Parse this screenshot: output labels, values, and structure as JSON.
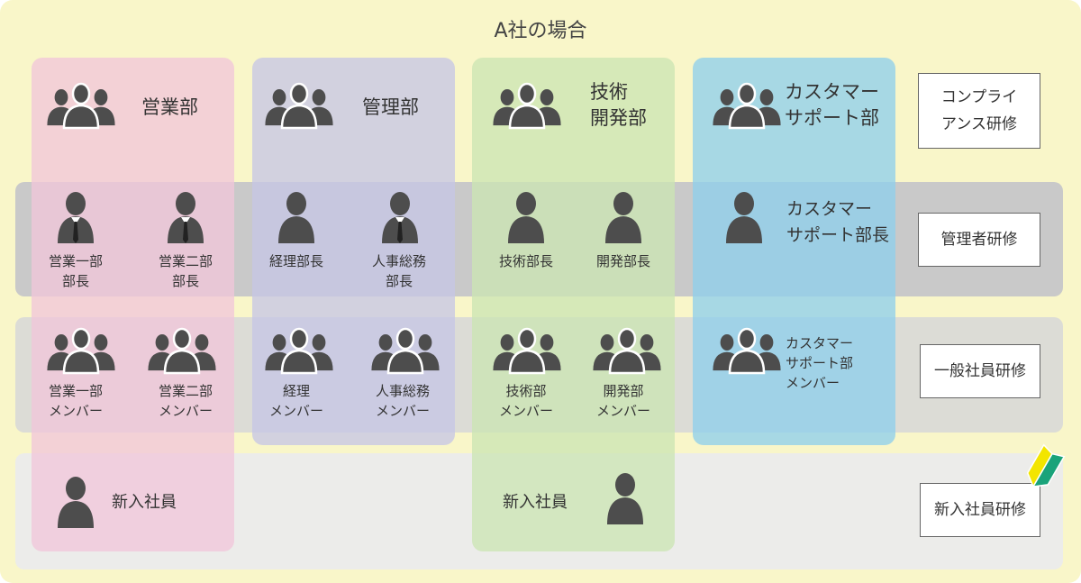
{
  "title": "A社の場合",
  "colors": {
    "background": "#f9f6c9",
    "band_manager": "#c9c9c9",
    "band_general": "#dcdcd6",
    "band_new": "#ececea",
    "col_sales": "#f1c6da",
    "col_admin": "#c6c6e6",
    "col_tech": "#cce6b4",
    "col_customer": "#8fd0ec",
    "icon": "#4d4d4d"
  },
  "departments": {
    "sales": {
      "lines": [
        "営業部"
      ],
      "icon": "group-icon"
    },
    "admin": {
      "lines": [
        "管理部"
      ],
      "icon": "group-icon"
    },
    "tech": {
      "lines": [
        "技術",
        "開発部"
      ],
      "icon": "group-icon"
    },
    "customer": {
      "lines": [
        "カスタマー",
        "サポート部"
      ],
      "icon": "group-icon"
    }
  },
  "managers": {
    "sales1": [
      "営業一部",
      "部長"
    ],
    "sales2": [
      "営業二部",
      "部長"
    ],
    "admin1": [
      "経理部長"
    ],
    "admin2": [
      "人事総務",
      "部長"
    ],
    "tech1": [
      "技術部長"
    ],
    "tech2": [
      "開発部長"
    ],
    "customer": [
      "カスタマー",
      "サポート部長"
    ]
  },
  "members": {
    "sales1": [
      "営業一部",
      "メンバー"
    ],
    "sales2": [
      "営業二部",
      "メンバー"
    ],
    "admin1": [
      "経理",
      "メンバー"
    ],
    "admin2": [
      "人事総務",
      "メンバー"
    ],
    "tech1": [
      "技術部",
      "メンバー"
    ],
    "tech2": [
      "開発部",
      "メンバー"
    ],
    "customer": [
      "カスタマー",
      "サポート部",
      "メンバー"
    ]
  },
  "new_employees": {
    "sales": "新入社員",
    "tech": "新入社員"
  },
  "trainings": {
    "compliance": [
      "コンプライ",
      "アンス研修"
    ],
    "manager": [
      "管理者研修"
    ],
    "general": [
      "一般社員研修"
    ],
    "new": [
      "新入社員研修"
    ]
  }
}
